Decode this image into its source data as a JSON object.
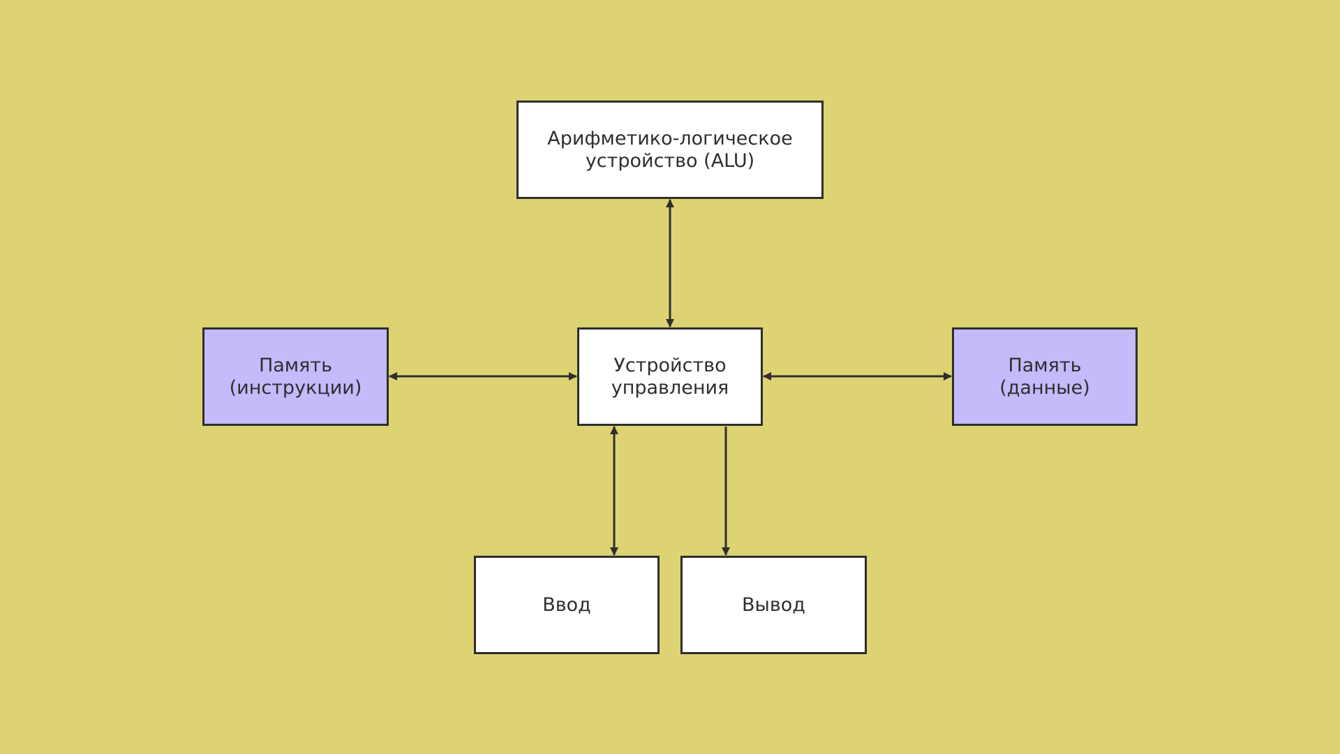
{
  "nodes": {
    "alu": {
      "label": "Арифметико-логическое\nустройство (ALU)"
    },
    "memory_instructions": {
      "label": "Память\n(инструкции)"
    },
    "control_unit": {
      "label": "Устройство\nуправления"
    },
    "memory_data": {
      "label": "Память\n(данные)"
    },
    "input": {
      "label": "Ввод"
    },
    "output": {
      "label": "Вывод"
    }
  },
  "colors": {
    "background": "#DDD372",
    "memory_fill": "#C3BBFA",
    "default_fill": "#FFFFFF",
    "stroke": "#2E2E2E"
  },
  "edges": [
    {
      "from": "alu",
      "to": "control_unit",
      "direction": "both"
    },
    {
      "from": "memory_instructions",
      "to": "control_unit",
      "direction": "both"
    },
    {
      "from": "control_unit",
      "to": "memory_data",
      "direction": "both"
    },
    {
      "from": "control_unit",
      "to": "input",
      "direction": "both"
    },
    {
      "from": "control_unit",
      "to": "output",
      "direction": "forward"
    }
  ]
}
